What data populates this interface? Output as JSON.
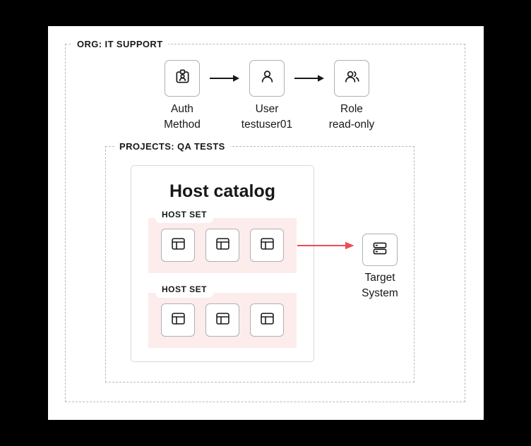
{
  "org": {
    "label": "ORG: IT SUPPORT"
  },
  "auth_flow": {
    "nodes": [
      {
        "name": "auth-method",
        "line1": "Auth",
        "line2": "Method",
        "icon": "id-badge-icon"
      },
      {
        "name": "user",
        "line1": "User",
        "line2": "testuser01",
        "icon": "user-icon"
      },
      {
        "name": "role",
        "line1": "Role",
        "line2": "read-only",
        "icon": "users-icon"
      }
    ]
  },
  "projects": {
    "label": "PROJECTS: QA TESTS"
  },
  "host_catalog": {
    "title": "Host catalog",
    "host_sets": [
      {
        "label": "HOST SET",
        "host_count": 3,
        "icon": "host-grid-icon"
      },
      {
        "label": "HOST SET",
        "host_count": 3,
        "icon": "host-grid-icon"
      }
    ]
  },
  "target": {
    "line1": "Target",
    "line2": "System",
    "icon": "server-stack-icon"
  },
  "colors": {
    "page_background": "#000000",
    "surface": "#ffffff",
    "text": "#17181c",
    "dashed_border": "#b9babc",
    "node_border": "#aeb0b5",
    "card_border": "#d7d8db",
    "host_set_background": "#fdecec",
    "arrow_black": "#17181c",
    "arrow_red": "#ee4b53"
  }
}
